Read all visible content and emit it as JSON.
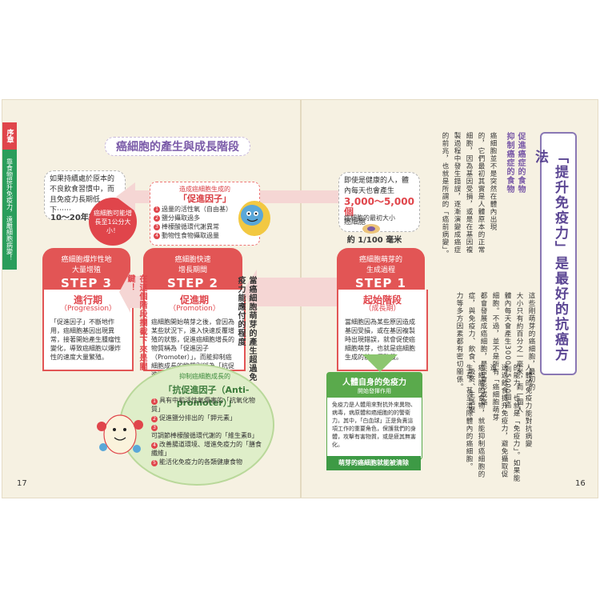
{
  "edge": {
    "tab": "序章",
    "side_text": "靠食物提升免疫力，遠離細胞病變！"
  },
  "left": {
    "title": "癌細胞的產生與成長階段",
    "top_left_note": "如果持續處於原本的不良飲食習慣中，而且免疫力長期低下⋯⋯",
    "years": "10～20年後",
    "size_badge": "癌細胞可能增長至1公分大小！",
    "top_right_note_1": "即使是健康的人，體內每天也會產生",
    "top_right_number": "3,000～5,000個",
    "top_right_note_2": "癌細胞",
    "initial_size_label": "癌細胞的最初大小",
    "initial_size": "約 1/100 毫米",
    "promoter_box": {
      "title": "造成癌細胞生成的",
      "factor": "「促進因子」",
      "items": [
        "過量的活性氧（自由基）",
        "鹽分攝取過多",
        "棒檬酸循環代謝異常",
        "動物性食物攝取過量"
      ]
    },
    "steps": [
      {
        "label1": "癌細胞爆炸性地",
        "label2": "大量增殖",
        "step": "STEP 3",
        "stage": "進行期",
        "eng": "（Progression）",
        "text": "「促進因子」不斷地作用，癌細胞基因出現異常，接著開始產生腫瘤性變化，導致癌細胞以爆炸性的速度大量繁殖。"
      },
      {
        "label1": "癌細胞快速",
        "label2": "增長期間",
        "step": "STEP 2",
        "stage": "促進期",
        "eng": "（Promotion）",
        "text": "癌細胞開始萌芽之後，會因為某些狀況下，進入快速反覆增殖的狀態，促進癌細胞增長的物質稱為「促進因子（Promoter）」，而能抑制癌細胞成長的物質則稱為「抗促進因子（Anti-promoter）」。"
      },
      {
        "label1": "癌細胞萌芽的",
        "label2": "生成過程",
        "step": "STEP 1",
        "stage": "起始階段",
        "eng": "（成長期）",
        "text": "當細胞因為某些原因造成基因受損，或在基因複製時出現錯誤，就會促使癌細胞萌芽，也就是癌細胞生成的前一個階段。"
      }
    ],
    "vertical_note_a": "在這個階段攔截下來是關鍵！",
    "vertical_note_b": "當癌細胞萌芽的產生超過免疫力能應付的程度",
    "anti": {
      "title": "抑制癌細胞成長的",
      "factor": "「抗促進因子（Anti-promoter）」",
      "items": [
        "具有中和活性氧傷害的「抗氧化物質」",
        "促進鹽分排出的「鉀元素」",
        "可調節棒檬酸循環代謝的「維生素B」",
        "改善腸道環境、增進免疫力的「膳食纖維」",
        "能活化免疫力的各類健康食物"
      ]
    },
    "immune": {
      "head": "人體自身的免疫力",
      "sub": "開始發揮作用",
      "text": "免疫力是人體用來對抗外來異物、病毒，病原體和癌細胞的的警衛力。其中，「白血球」正是負責這項工作的重要角色，保護我們的身體，攻擊有害物質，或是疲其無害化。"
    },
    "cleared": "萌芽的癌細胞就能被清除",
    "page_number": "17"
  },
  "right": {
    "title": "「提升免疫力」是最好的抗癌方法",
    "subhead_1": "促進癌症的食物",
    "subhead_2": "抑制癌症的食物",
    "columns": [
      "癌細胞並不是突然在體內出現",
      "的，它們最初其實是人體原本的正常",
      "細胞，因為基因受損，或是在基因複",
      "製過程中發生錯誤，逐漸演變成癌症",
      "的前兆，也就是所謂的「癌前病變」。",
      "這些剛萌芽的癌細胞，最初的",
      "大小只有約百分之一毫米，而一個人",
      "體內每天會產生3000到5000個癌",
      "細胞。不過，並不是所有「癌細胞萌芽",
      "都會發展成癌細胞，是否會形成癌",
      "症，與免疫力、飲食、吸菸、生活壓",
      "力等多方因素都有密切關係。",
      "人體的免疫力能對抗病變",
      "的能力，也就是「免疫力」。如果能",
      "透過飲食提升免疫力，避免攝取促進",
      "癌細胞的食物，就能抑制癌細胞的",
      "生長，甚至清除體內的癌細胞。"
    ],
    "page_number": "16"
  }
}
